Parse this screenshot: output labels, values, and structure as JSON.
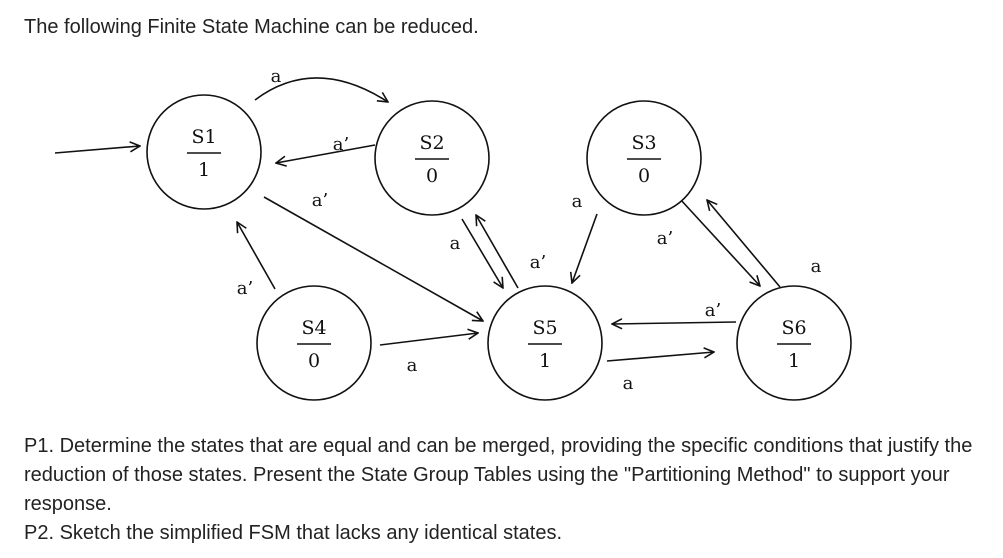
{
  "intro": "The following Finite State Machine can be reduced.",
  "states": [
    {
      "id": "S1",
      "name": "S1",
      "output": "1"
    },
    {
      "id": "S2",
      "name": "S2",
      "output": "0"
    },
    {
      "id": "S3",
      "name": "S3",
      "output": "0"
    },
    {
      "id": "S4",
      "name": "S4",
      "output": "0"
    },
    {
      "id": "S5",
      "name": "S5",
      "output": "1"
    },
    {
      "id": "S6",
      "name": "S6",
      "output": "1"
    }
  ],
  "start_state": "S1",
  "transitions": [
    {
      "from": "S1",
      "to": "S2",
      "label": "a"
    },
    {
      "from": "S2",
      "to": "S1",
      "label": "a’"
    },
    {
      "from": "S1",
      "to": "S5",
      "label": "a’"
    },
    {
      "from": "S4",
      "to": "S1",
      "label": "a’"
    },
    {
      "from": "S4",
      "to": "S5",
      "label": "a"
    },
    {
      "from": "S5",
      "to": "S2",
      "label": "a"
    },
    {
      "from": "S2",
      "to": "S5",
      "label": "a’"
    },
    {
      "from": "S3",
      "to": "S5",
      "label": "a"
    },
    {
      "from": "S3",
      "to": "S6",
      "label": "a’"
    },
    {
      "from": "S6",
      "to": "S3",
      "label": "a"
    },
    {
      "from": "S6",
      "to": "S5",
      "label": "a’"
    },
    {
      "from": "S5",
      "to": "S6",
      "label": "a"
    }
  ],
  "questions": {
    "p1": "P1. Determine the states that are equal and can be merged, providing the specific conditions that justify the reduction of those states. Present the State Group Tables using the \"Partitioning Method\" to support your response.",
    "p2": "P2. Sketch the simplified FSM that lacks any identical states."
  }
}
